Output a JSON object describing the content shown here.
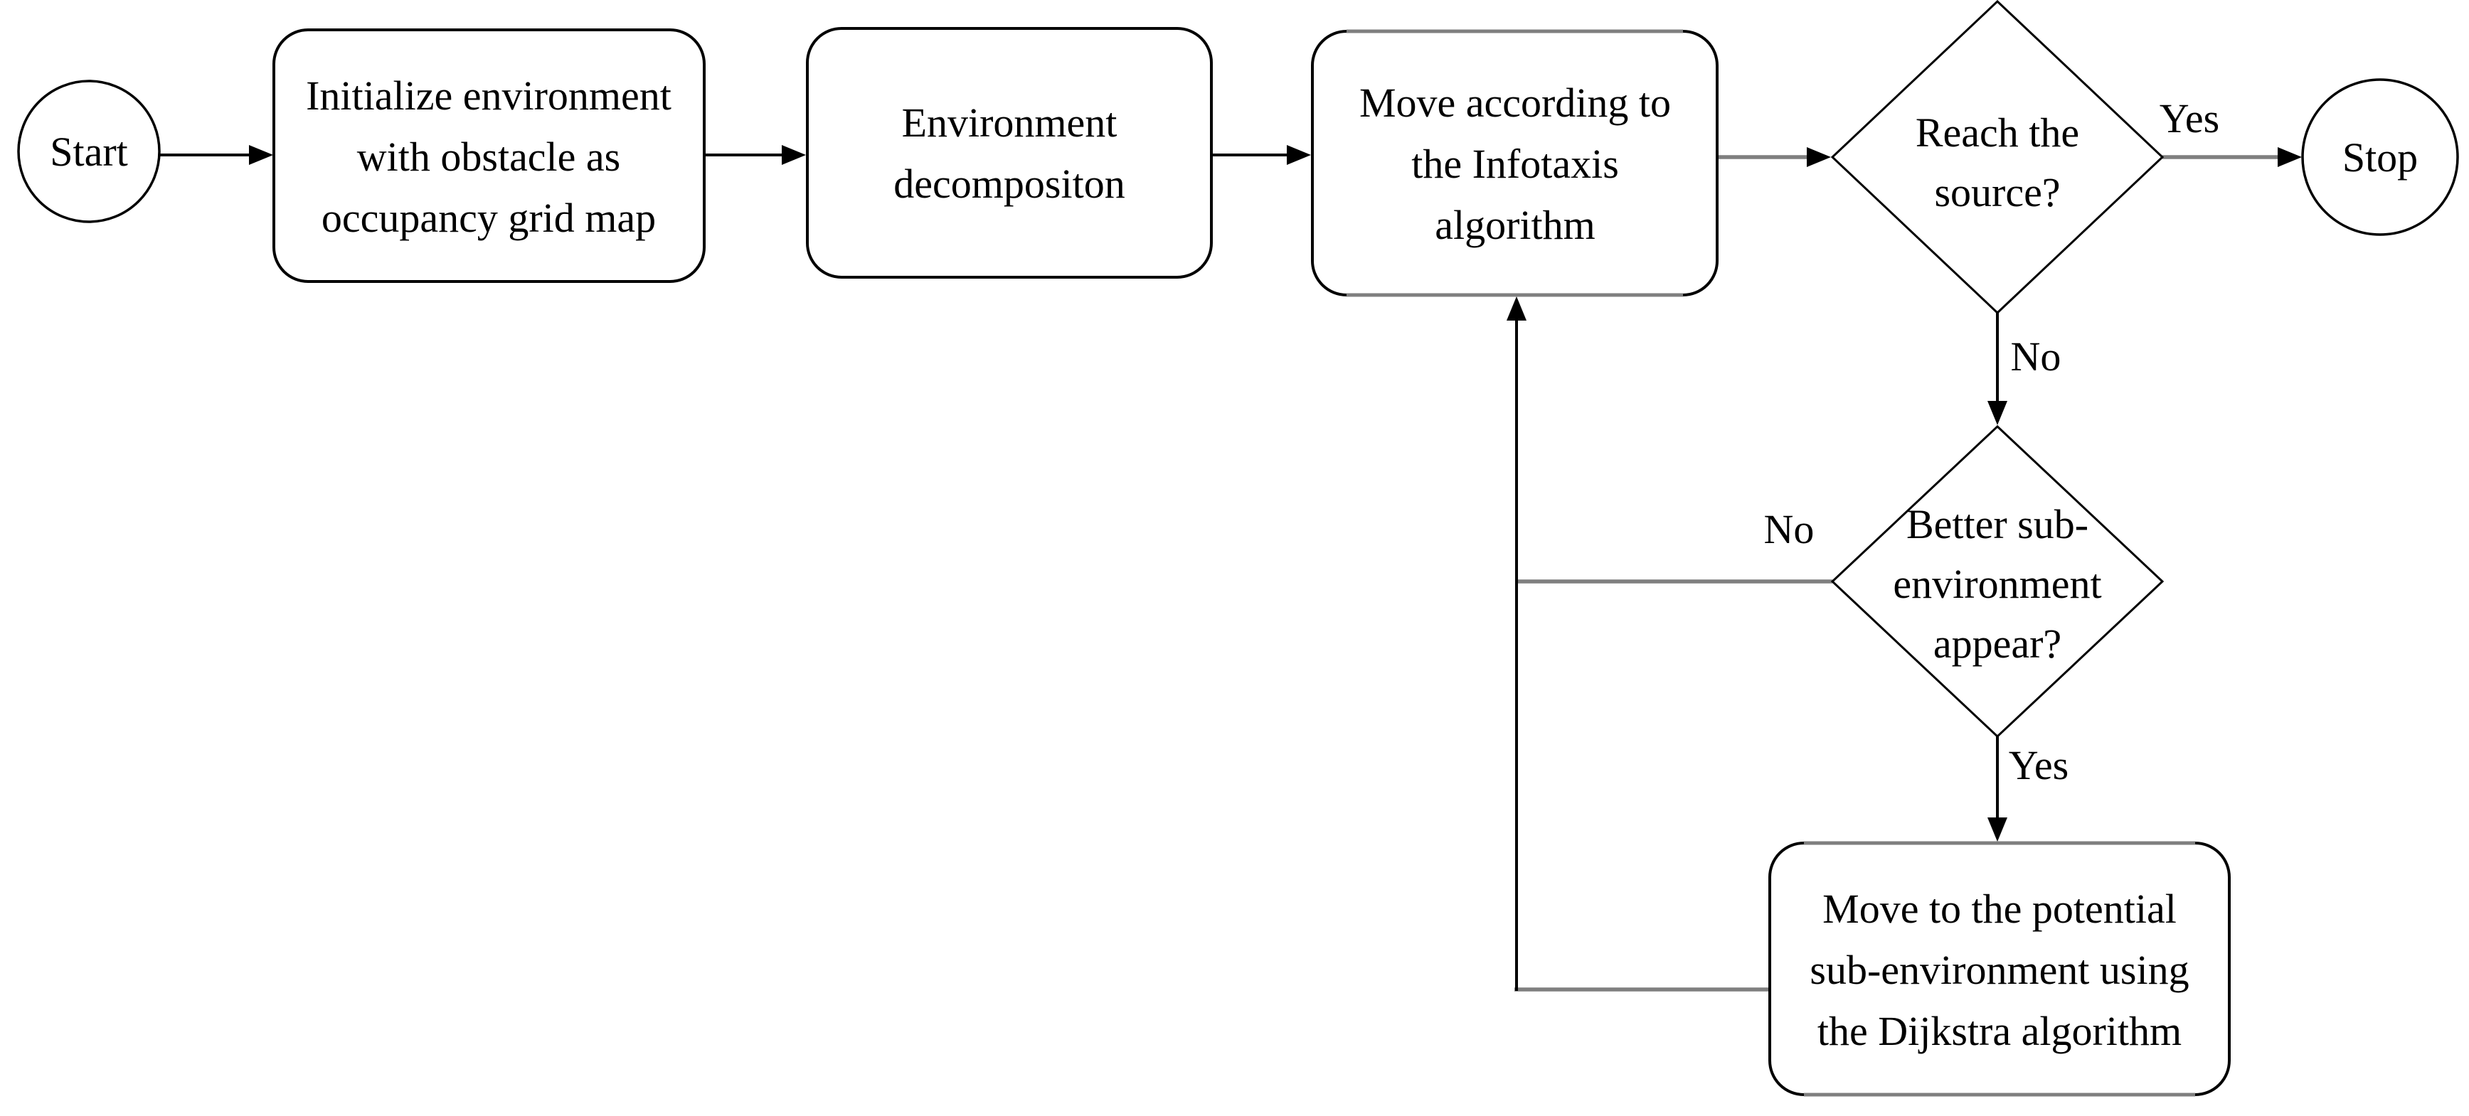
{
  "palette": {
    "background": "#ffffff",
    "line_black": "#000000",
    "line_gray": "#7f7f7f",
    "text": "#000000"
  },
  "flowchart": {
    "nodes": {
      "start": {
        "type": "terminator",
        "label": "Start"
      },
      "initialize": {
        "type": "process",
        "lines": [
          "Initialize environment",
          "with obstacle  as",
          "occupancy grid map"
        ]
      },
      "decomposition": {
        "type": "process",
        "lines": [
          "Environment",
          "decompositon"
        ]
      },
      "infotaxis": {
        "type": "process",
        "lines": [
          "Move according to",
          "the Infotaxis",
          "algorithm"
        ]
      },
      "reach_source": {
        "type": "decision",
        "lines": [
          "Reach the",
          "source?"
        ]
      },
      "stop": {
        "type": "terminator",
        "label": "Stop"
      },
      "better_sub": {
        "type": "decision",
        "lines": [
          "Better sub-",
          "environment",
          "appear?"
        ]
      },
      "dijkstra": {
        "type": "process",
        "lines": [
          "Move to the potential",
          "sub-environment using",
          "the Dijkstra algorithm"
        ]
      }
    },
    "edge_labels": {
      "reach_yes": "Yes",
      "reach_no": "No",
      "better_no": "No",
      "better_yes": "Yes"
    }
  }
}
